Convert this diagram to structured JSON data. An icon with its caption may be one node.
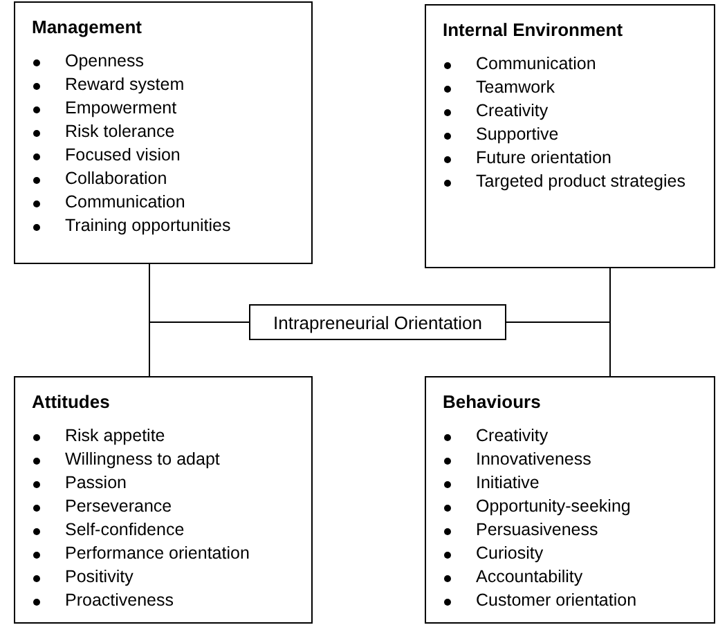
{
  "diagram": {
    "nodes": [
      {
        "text": [
          "Management",
          "Openness",
          "Reward system",
          "Empowerment",
          "Risk tolerance",
          "Focused vision",
          "Collaboration",
          "Communication",
          "Training opportunities"
        ]
      },
      {
        "text": [
          "Internal Environment",
          "Communication",
          "Teamwork",
          "Creativity",
          "Supportive",
          "Future orientation",
          "Targeted product strategies"
        ]
      },
      {
        "text": [
          "Intrapreneurial Orientation"
        ]
      },
      {
        "text": [
          "Attitudes",
          "Risk appetite",
          "Willingness to adapt",
          "Passion",
          "Perseverance",
          "Self-confidence",
          "Performance orientation",
          "Positivity",
          "Proactiveness"
        ]
      },
      {
        "text": [
          "Behaviours",
          "Creativity",
          "Innovativeness",
          "Initiative",
          "Opportunity-seeking",
          "Persuasiveness",
          "Curiosity",
          "Accountability",
          "Customer orientation"
        ]
      }
    ],
    "edges": [
      {
        "from": 2,
        "to": 0,
        "arrow": "none"
      },
      {
        "from": 2,
        "to": 3,
        "arrow": "none"
      },
      {
        "from": 2,
        "to": 1,
        "arrow": "none"
      },
      {
        "from": 2,
        "to": 4,
        "arrow": "none"
      }
    ]
  }
}
